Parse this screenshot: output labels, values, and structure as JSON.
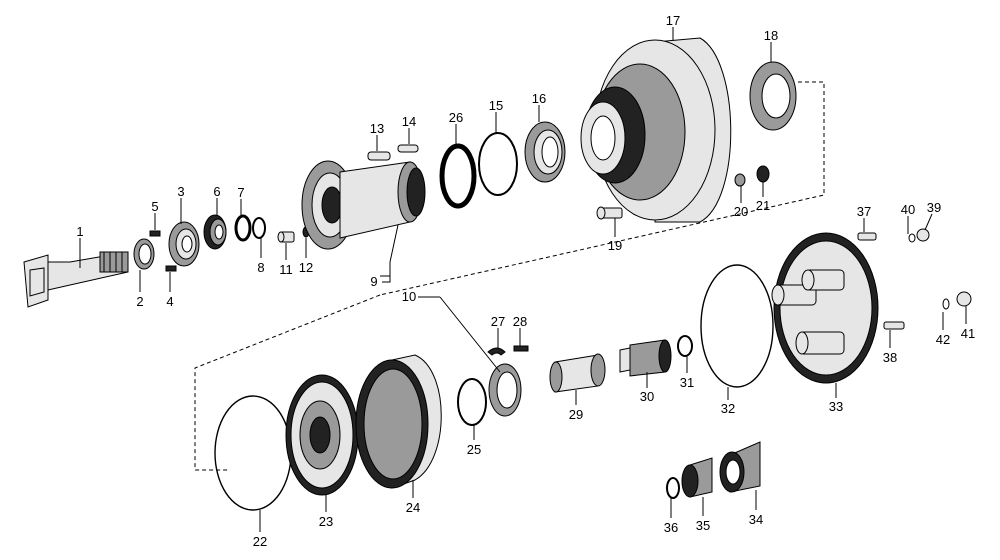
{
  "labels": {
    "p1": "1",
    "p2": "2",
    "p3": "3",
    "p4": "4",
    "p5": "5",
    "p6": "6",
    "p7": "7",
    "p8": "8",
    "p9": "9",
    "p10": "10",
    "p11": "11",
    "p12": "12",
    "p13": "13",
    "p14": "14",
    "p15": "15",
    "p16": "16",
    "p17": "17",
    "p18": "18",
    "p19": "19",
    "p20": "20",
    "p21": "21",
    "p22": "22",
    "p23": "23",
    "p24": "24",
    "p25": "25",
    "p26": "26",
    "p27": "27",
    "p28": "28",
    "p29": "29",
    "p30": "30",
    "p31": "31",
    "p32": "32",
    "p33": "33",
    "p34": "34",
    "p35": "35",
    "p36": "36",
    "p37": "37",
    "p38": "38",
    "p39": "39",
    "p40": "40",
    "p41": "41",
    "p42": "42"
  }
}
